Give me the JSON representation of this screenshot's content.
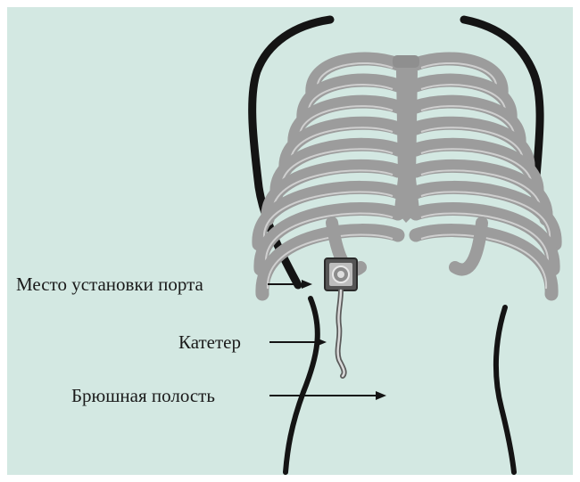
{
  "colors": {
    "background": "#d3e8e2",
    "outline": "#141414",
    "ribs": "#9c9c9c",
    "rib_highlight": "#cfcfcf",
    "port": "#4a4a4a",
    "catheter": "#9a9a9a"
  },
  "labels": {
    "port_site": "Место установки порта",
    "catheter": "Катетер",
    "abdominal_cavity": "Брюшная полость"
  }
}
